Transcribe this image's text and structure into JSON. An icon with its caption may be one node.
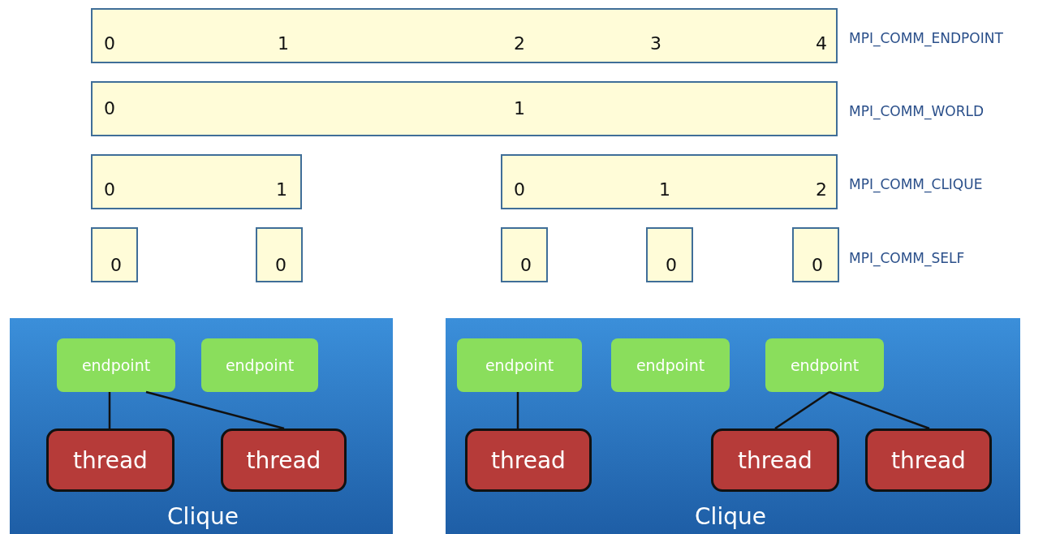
{
  "diagram": {
    "nodes": [
      {
        "text": [
          "0",
          "1",
          "2",
          "3",
          "4"
        ]
      },
      {
        "text": [
          "0",
          "1"
        ]
      },
      {
        "text": [
          "0",
          "1"
        ]
      },
      {
        "text": [
          "0",
          "1",
          "2"
        ]
      },
      {
        "text": [
          "0"
        ]
      },
      {
        "text": [
          "0"
        ]
      },
      {
        "text": [
          "0"
        ]
      },
      {
        "text": [
          "0"
        ]
      },
      {
        "text": [
          "0"
        ]
      },
      {
        "text": [
          "Clique"
        ]
      },
      {
        "text": [
          "endpoint"
        ],
        "in": 9
      },
      {
        "text": [
          "endpoint"
        ],
        "in": 9
      },
      {
        "text": [
          "thread"
        ],
        "in": 9
      },
      {
        "text": [
          "thread"
        ],
        "in": 9
      },
      {
        "text": [
          "Clique"
        ]
      },
      {
        "text": [
          "endpoint"
        ],
        "in": 14
      },
      {
        "text": [
          "endpoint"
        ],
        "in": 14
      },
      {
        "text": [
          "endpoint"
        ],
        "in": 14
      },
      {
        "text": [
          "thread"
        ],
        "in": 14
      },
      {
        "text": [
          "thread"
        ],
        "in": 14
      },
      {
        "text": [
          "thread"
        ],
        "in": 14
      }
    ],
    "edges": [
      {
        "from": 10,
        "to": 12,
        "arrow": "none"
      },
      {
        "from": 10,
        "to": 13,
        "arrow": "none"
      },
      {
        "from": 15,
        "to": 18,
        "arrow": "none"
      },
      {
        "from": 17,
        "to": 19,
        "arrow": "none"
      },
      {
        "from": 17,
        "to": 20,
        "arrow": "none"
      }
    ],
    "labels": [
      "MPI_COMM_ENDPOINT",
      "MPI_COMM_WORLD",
      "MPI_COMM_CLIQUE",
      "MPI_COMM_SELF"
    ]
  }
}
